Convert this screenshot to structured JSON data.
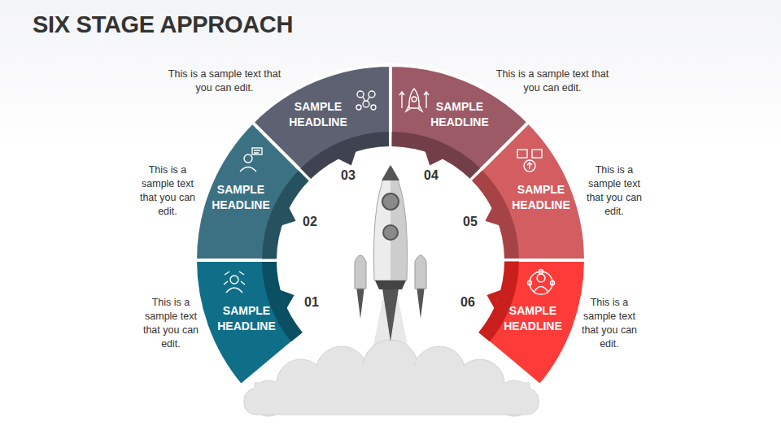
{
  "diagram": {
    "title": "SIX STAGE APPROACH",
    "nodes": [
      {
        "text": [
          "SAMPLE HEADLINE"
        ]
      },
      {
        "text": [
          "SAMPLE HEADLINE"
        ]
      },
      {
        "text": [
          "SAMPLE HEADLINE"
        ]
      },
      {
        "text": [
          "SAMPLE HEADLINE"
        ]
      },
      {
        "text": [
          "SAMPLE HEADLINE"
        ]
      },
      {
        "text": [
          "SAMPLE HEADLINE"
        ]
      }
    ],
    "labels": [
      "This is a sample text that you can edit.",
      "01",
      "This is a sample text that you can edit.",
      "02",
      "This is a sample text that you can edit.",
      "03",
      "This is a sample text that you can edit.",
      "04",
      "This is a sample text that you can edit.",
      "05",
      "This is a sample text that you can edit.",
      "06"
    ]
  }
}
